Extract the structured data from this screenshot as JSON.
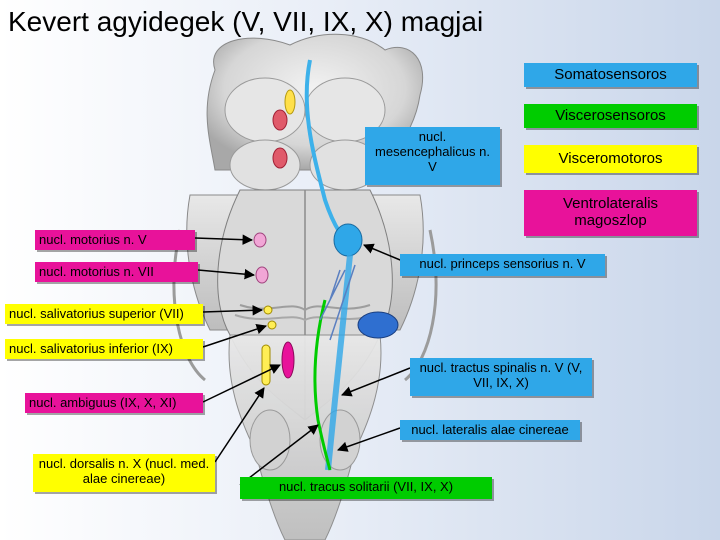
{
  "title": "Kevert agyidegek (V, VII, IX, X) magjai",
  "colors": {
    "somatosensory": "#2fa7e8",
    "viscerosensory": "#00cc00",
    "visceromotor": "#ffff00",
    "ventrolateral": "#e8129a",
    "background": "#dfe6f2"
  },
  "legend": {
    "somatosensory": "Somatosensoros",
    "viscerosensory": "Viscerosensoros",
    "visceromotor": "Visceromotoros",
    "ventrolateral": "Ventrolateralis magoszlop"
  },
  "labels": {
    "mesencephalicus": "nucl. mesencephalicus n. V",
    "motorius_v": "nucl. motorius n. V",
    "motorius_vii": "nucl. motorius n. VII",
    "princeps": "nucl. princeps sensorius n. V",
    "salivatorius_superior": "nucl. salivatorius superior (VII)",
    "salivatorius_inferior": "nucl. salivatorius inferior (IX)",
    "tractus_spinalis": "nucl. tractus spinalis n. V (V, VII, IX, X)",
    "ambiguus": "nucl. ambiguus (IX, X, XI)",
    "lateralis_alae": "nucl. lateralis alae cinereae",
    "dorsalis": "nucl. dorsalis n. X      (nucl. med. alae cinereae)",
    "tractus_solitarii": "nucl. tracus solitarii (VII, IX, X)"
  }
}
